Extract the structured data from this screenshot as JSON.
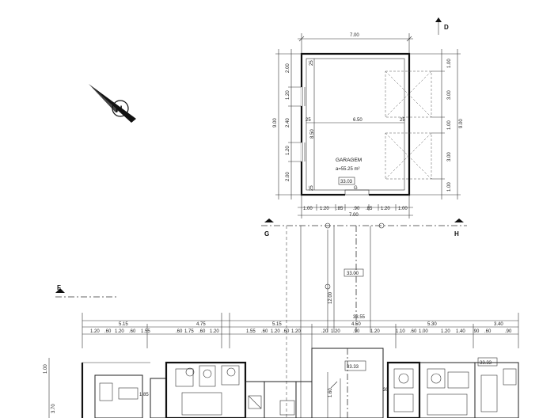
{
  "garage": {
    "name": "GARAGEM",
    "area": "a=55.25 m²",
    "code": "33.03",
    "width_top": "7.00",
    "inner_width": "6.50",
    "wall_25": "25",
    "left_dims": [
      "2.00",
      "1.20",
      "2.40",
      "1.20",
      "2.00"
    ],
    "left_total": "9.00",
    "inner_height": "8.50",
    "right_dims": [
      "1.00",
      "3.00",
      "1.00",
      "3.00",
      "1.00"
    ],
    "right_total": "9.00",
    "bottom_dims": [
      "1.00",
      "1.20",
      ".85",
      ".90",
      ".85",
      "1.20",
      "1.00"
    ],
    "bottom_total": "7.00",
    "door_mark": "G"
  },
  "sections": {
    "g": "G",
    "h": "H",
    "d": "D",
    "f": "F"
  },
  "driveway": {
    "code": "33.00",
    "length": "12.00"
  },
  "house": {
    "total": "33.55",
    "segments": [
      "5.15",
      "4.75",
      "5.15",
      "4.50",
      "5.30",
      "3.40"
    ],
    "small_dims": [
      "1.20",
      ".60",
      "1.20",
      ".60",
      "1.55",
      ".60",
      "1.75",
      ".60",
      "1.20",
      "1.55",
      ".60",
      "1.20",
      ".60",
      "1.20",
      ".20",
      "1.20",
      ".90",
      "1.20",
      "1.10",
      ".60",
      "1.00",
      "1.20",
      "1.40",
      ".90",
      ".60",
      ".90"
    ],
    "room_code_1": "33.33",
    "room_code_2": "33.33",
    "lower_dims": [
      "1.00",
      "3.70",
      "1.85",
      "1.60",
      "30"
    ]
  }
}
